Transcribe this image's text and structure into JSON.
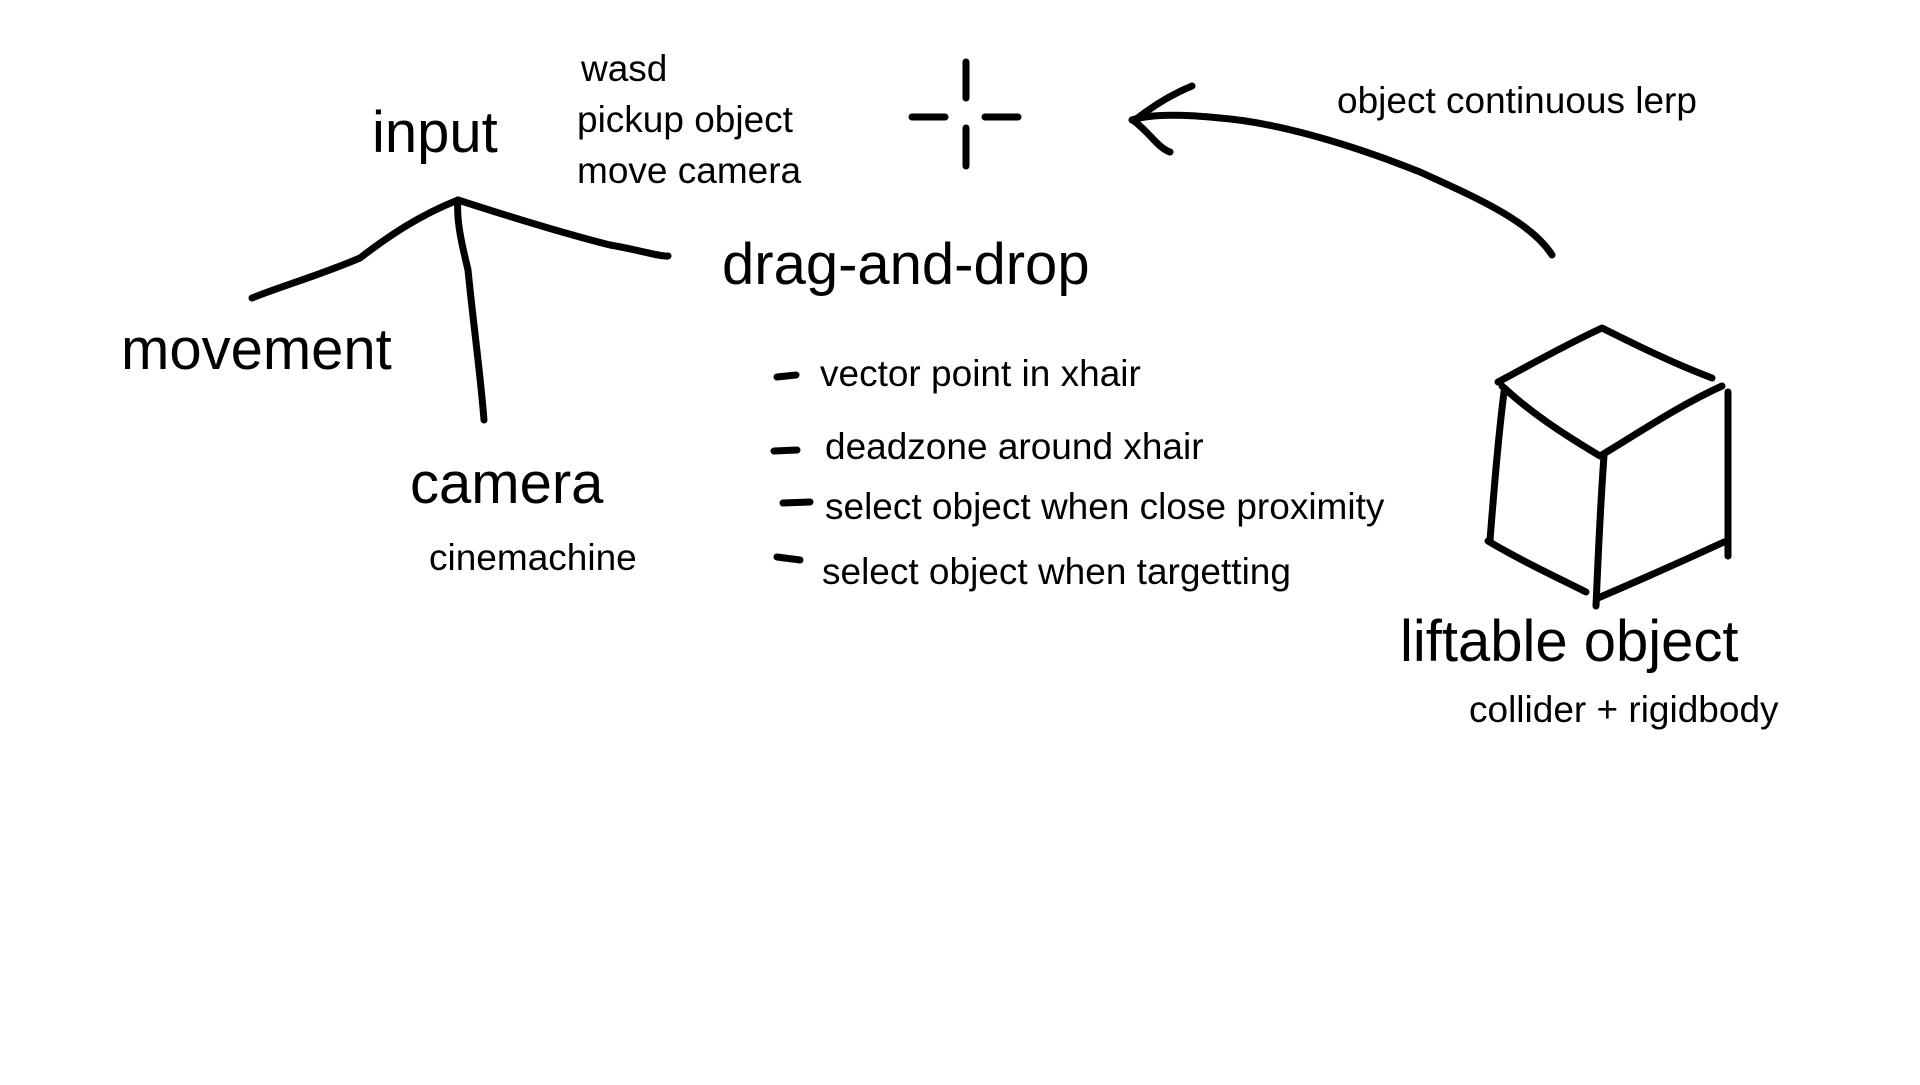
{
  "nodes": {
    "input": "input",
    "input_notes": [
      "wasd",
      "pickup object",
      "move camera"
    ],
    "movement": "movement",
    "camera": "camera",
    "camera_note": "cinemachine",
    "drag_and_drop": "drag-and-drop",
    "drag_and_drop_notes": [
      "vector point in xhair",
      "deadzone around xhair",
      "select object when close proximity",
      "select object when targetting"
    ],
    "arrow_label": "object continuous lerp",
    "liftable_object": "liftable object",
    "liftable_object_note": "collider + rigidbody"
  },
  "icons": {
    "crosshair": "crosshair-icon",
    "cube": "cube-icon",
    "arrow": "curved-arrow-icon"
  },
  "colors": {
    "ink": "#000000",
    "background": "#ffffff"
  }
}
